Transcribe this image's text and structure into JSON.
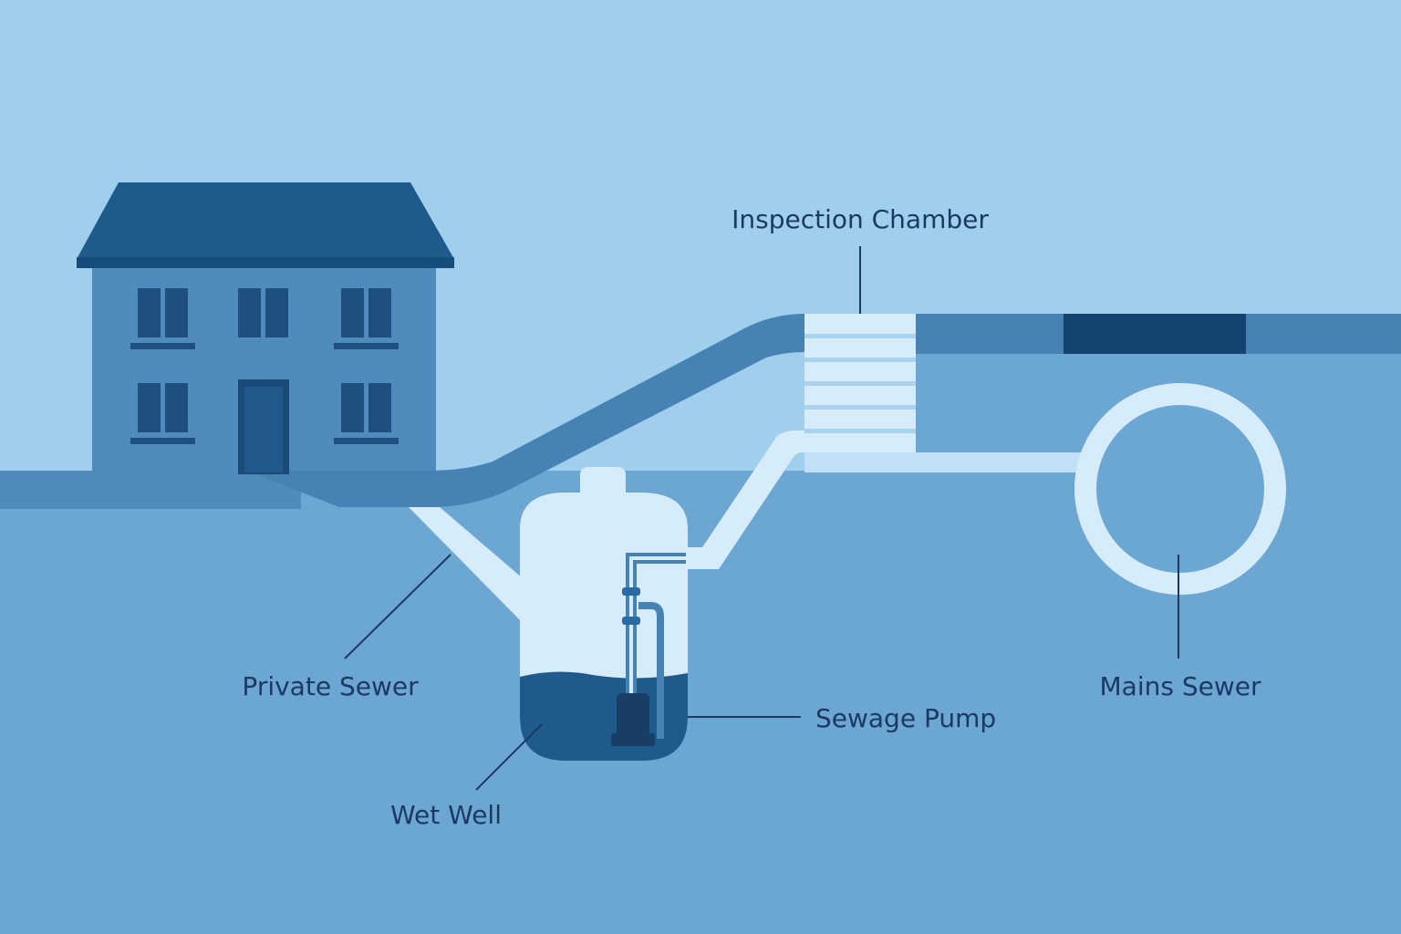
{
  "labels": {
    "inspection_chamber": "Inspection Chamber",
    "private_sewer": "Private Sewer",
    "sewage_pump": "Sewage Pump",
    "wet_well": "Wet Well",
    "mains_sewer": "Mains Sewer"
  },
  "colors": {
    "sky": "#a0cfee",
    "ground": "#6ca6d3",
    "house_wall": "#4f8bbd",
    "roof": "#1e5a8c",
    "window": "#1e4f7e",
    "pipe_dark": "#4682b4",
    "pipe_light": "#d7ecfa",
    "water": "#1e5a8c",
    "label_text": "#1a3a63"
  }
}
